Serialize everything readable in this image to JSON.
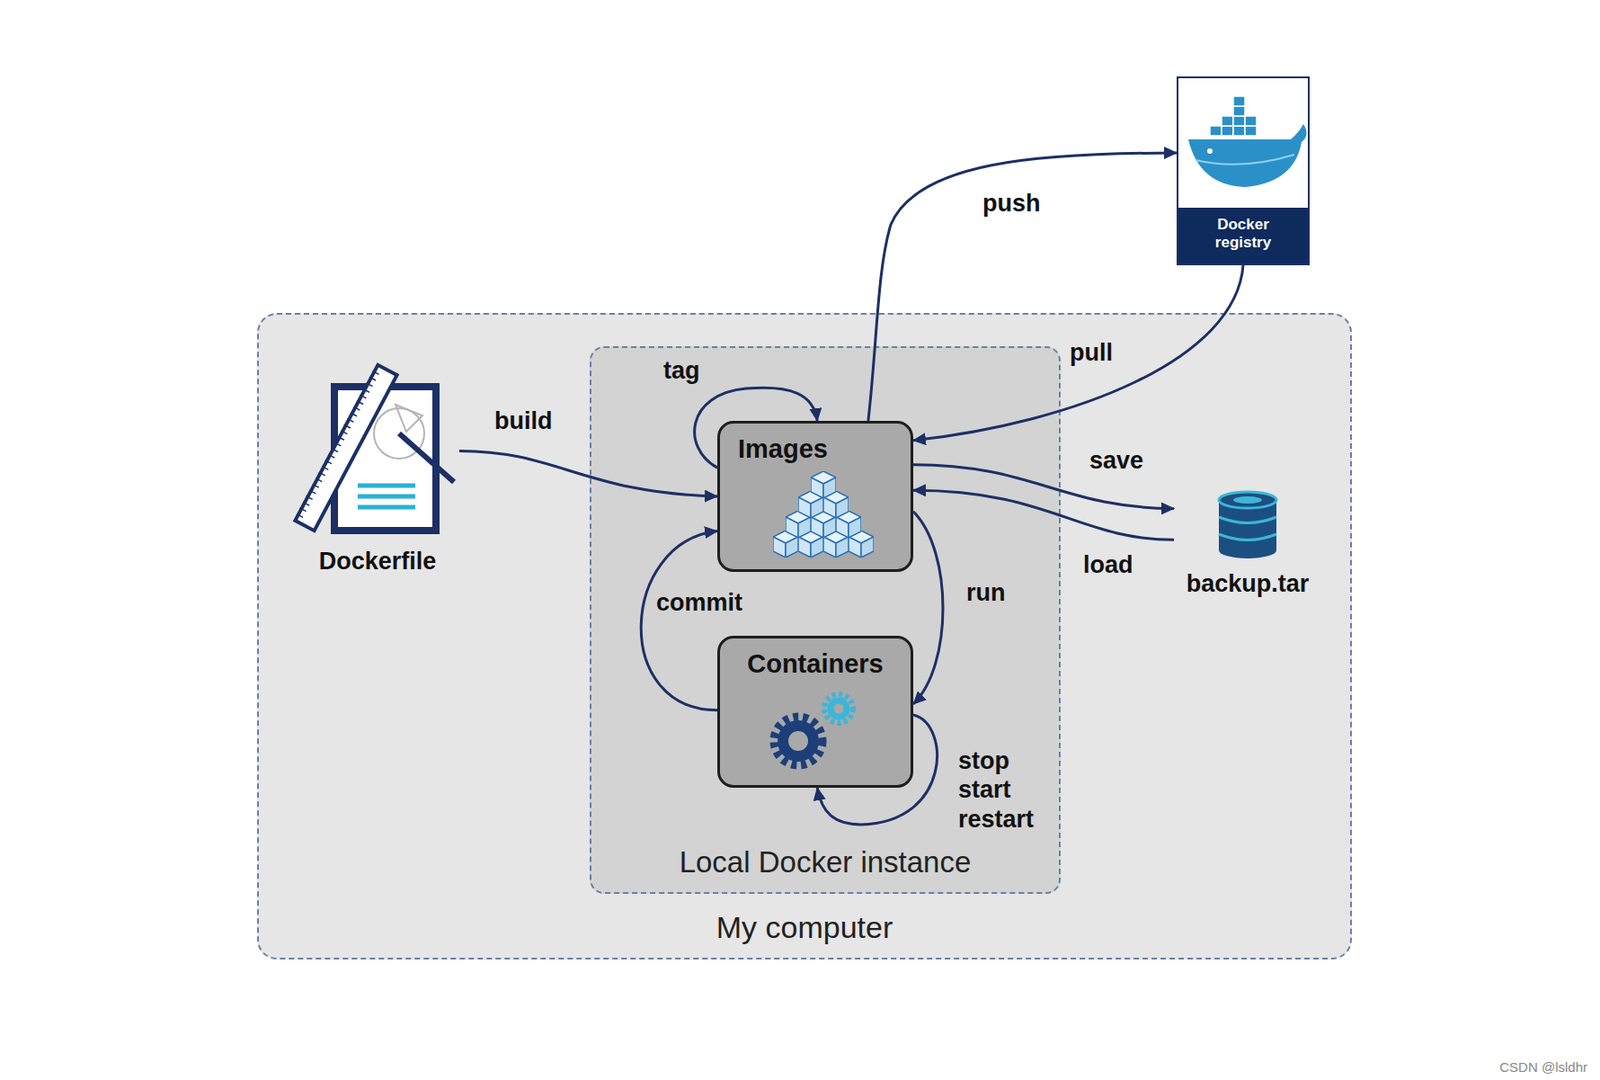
{
  "diagram": {
    "nodes": [
      {
        "text": [
          "Docker registry"
        ]
      },
      {
        "text": [
          "My computer"
        ]
      },
      {
        "text": [
          "Dockerfile"
        ],
        "in": 1
      },
      {
        "text": [
          "Local Docker instance"
        ],
        "in": 1
      },
      {
        "text": [
          "Images"
        ],
        "in": 3
      },
      {
        "text": [
          "Containers"
        ],
        "in": 3
      },
      {
        "text": [
          "backup.tar"
        ],
        "in": 1
      }
    ],
    "edges": [
      {
        "from": 2,
        "to": 4,
        "label": "build",
        "arrow": "to"
      },
      {
        "from": 4,
        "to": 4,
        "label": "tag",
        "arrow": "to"
      },
      {
        "from": 4,
        "to": 0,
        "label": "push",
        "arrow": "to"
      },
      {
        "from": 0,
        "to": 4,
        "label": "pull",
        "arrow": "to"
      },
      {
        "from": 4,
        "to": 6,
        "label": "save",
        "arrow": "to"
      },
      {
        "from": 6,
        "to": 4,
        "label": "load",
        "arrow": "to"
      },
      {
        "from": 4,
        "to": 5,
        "label": "run",
        "arrow": "to"
      },
      {
        "from": 5,
        "to": 4,
        "label": "commit",
        "arrow": "to"
      },
      {
        "from": 5,
        "to": 5,
        "label": "stop start restart",
        "arrow": "to"
      }
    ],
    "labels": [
      "CSDN @lsldhr"
    ]
  }
}
